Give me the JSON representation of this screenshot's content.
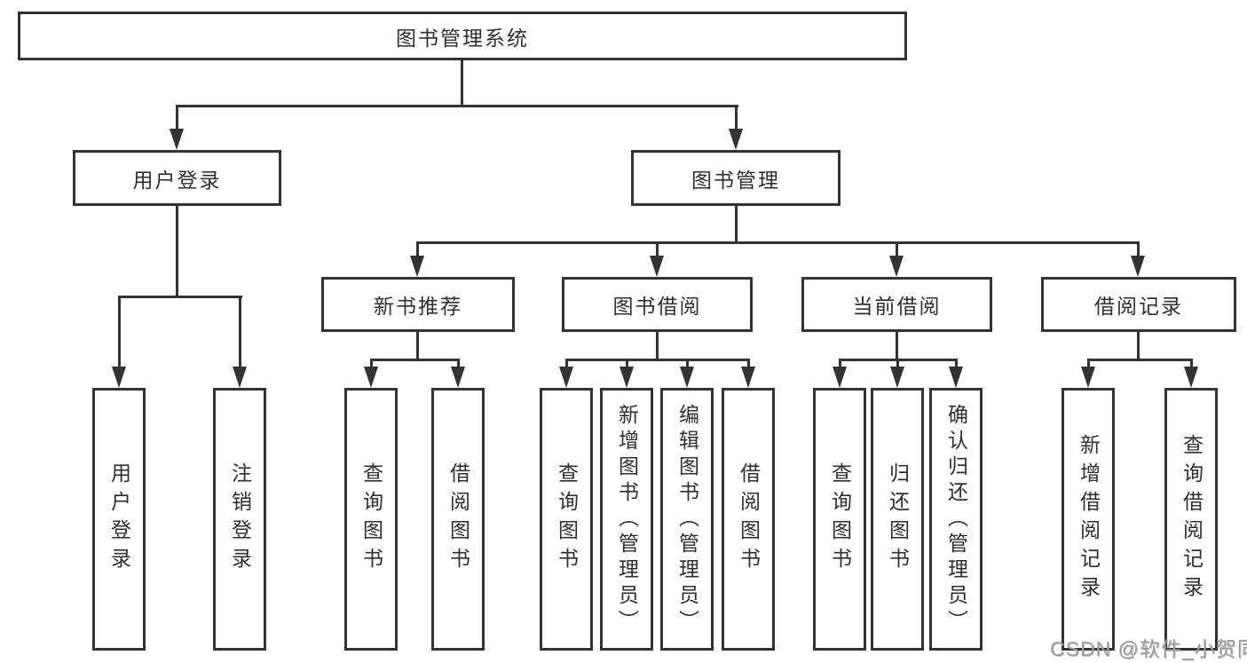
{
  "diagram": {
    "root": {
      "label": "图书管理系统"
    },
    "user_login": {
      "label": "用户登录",
      "children": [
        {
          "label": "用户登录"
        },
        {
          "label": "注销登录"
        }
      ]
    },
    "book_management": {
      "label": "图书管理",
      "sections": [
        {
          "label": "新书推荐",
          "children": [
            {
              "label": "查询图书"
            },
            {
              "label": "借阅图书"
            }
          ]
        },
        {
          "label": "图书借阅",
          "children": [
            {
              "label": "查询图书"
            },
            {
              "label": "新增图书（管理员）"
            },
            {
              "label": "编辑图书（管理员）"
            },
            {
              "label": "借阅图书"
            }
          ]
        },
        {
          "label": "当前借阅",
          "children": [
            {
              "label": "查询图书"
            },
            {
              "label": "归还图书"
            },
            {
              "label": "确认归还（管理员）"
            }
          ]
        },
        {
          "label": "借阅记录",
          "children": [
            {
              "label": "新增借阅记录"
            },
            {
              "label": "查询借阅记录"
            }
          ]
        }
      ]
    },
    "watermark": "CSDN @软件_小贺同学",
    "colors": {
      "line": "#333333",
      "text": "#2f2f2f",
      "watermark": "#9e9e9e",
      "background": "#ffffff"
    }
  }
}
